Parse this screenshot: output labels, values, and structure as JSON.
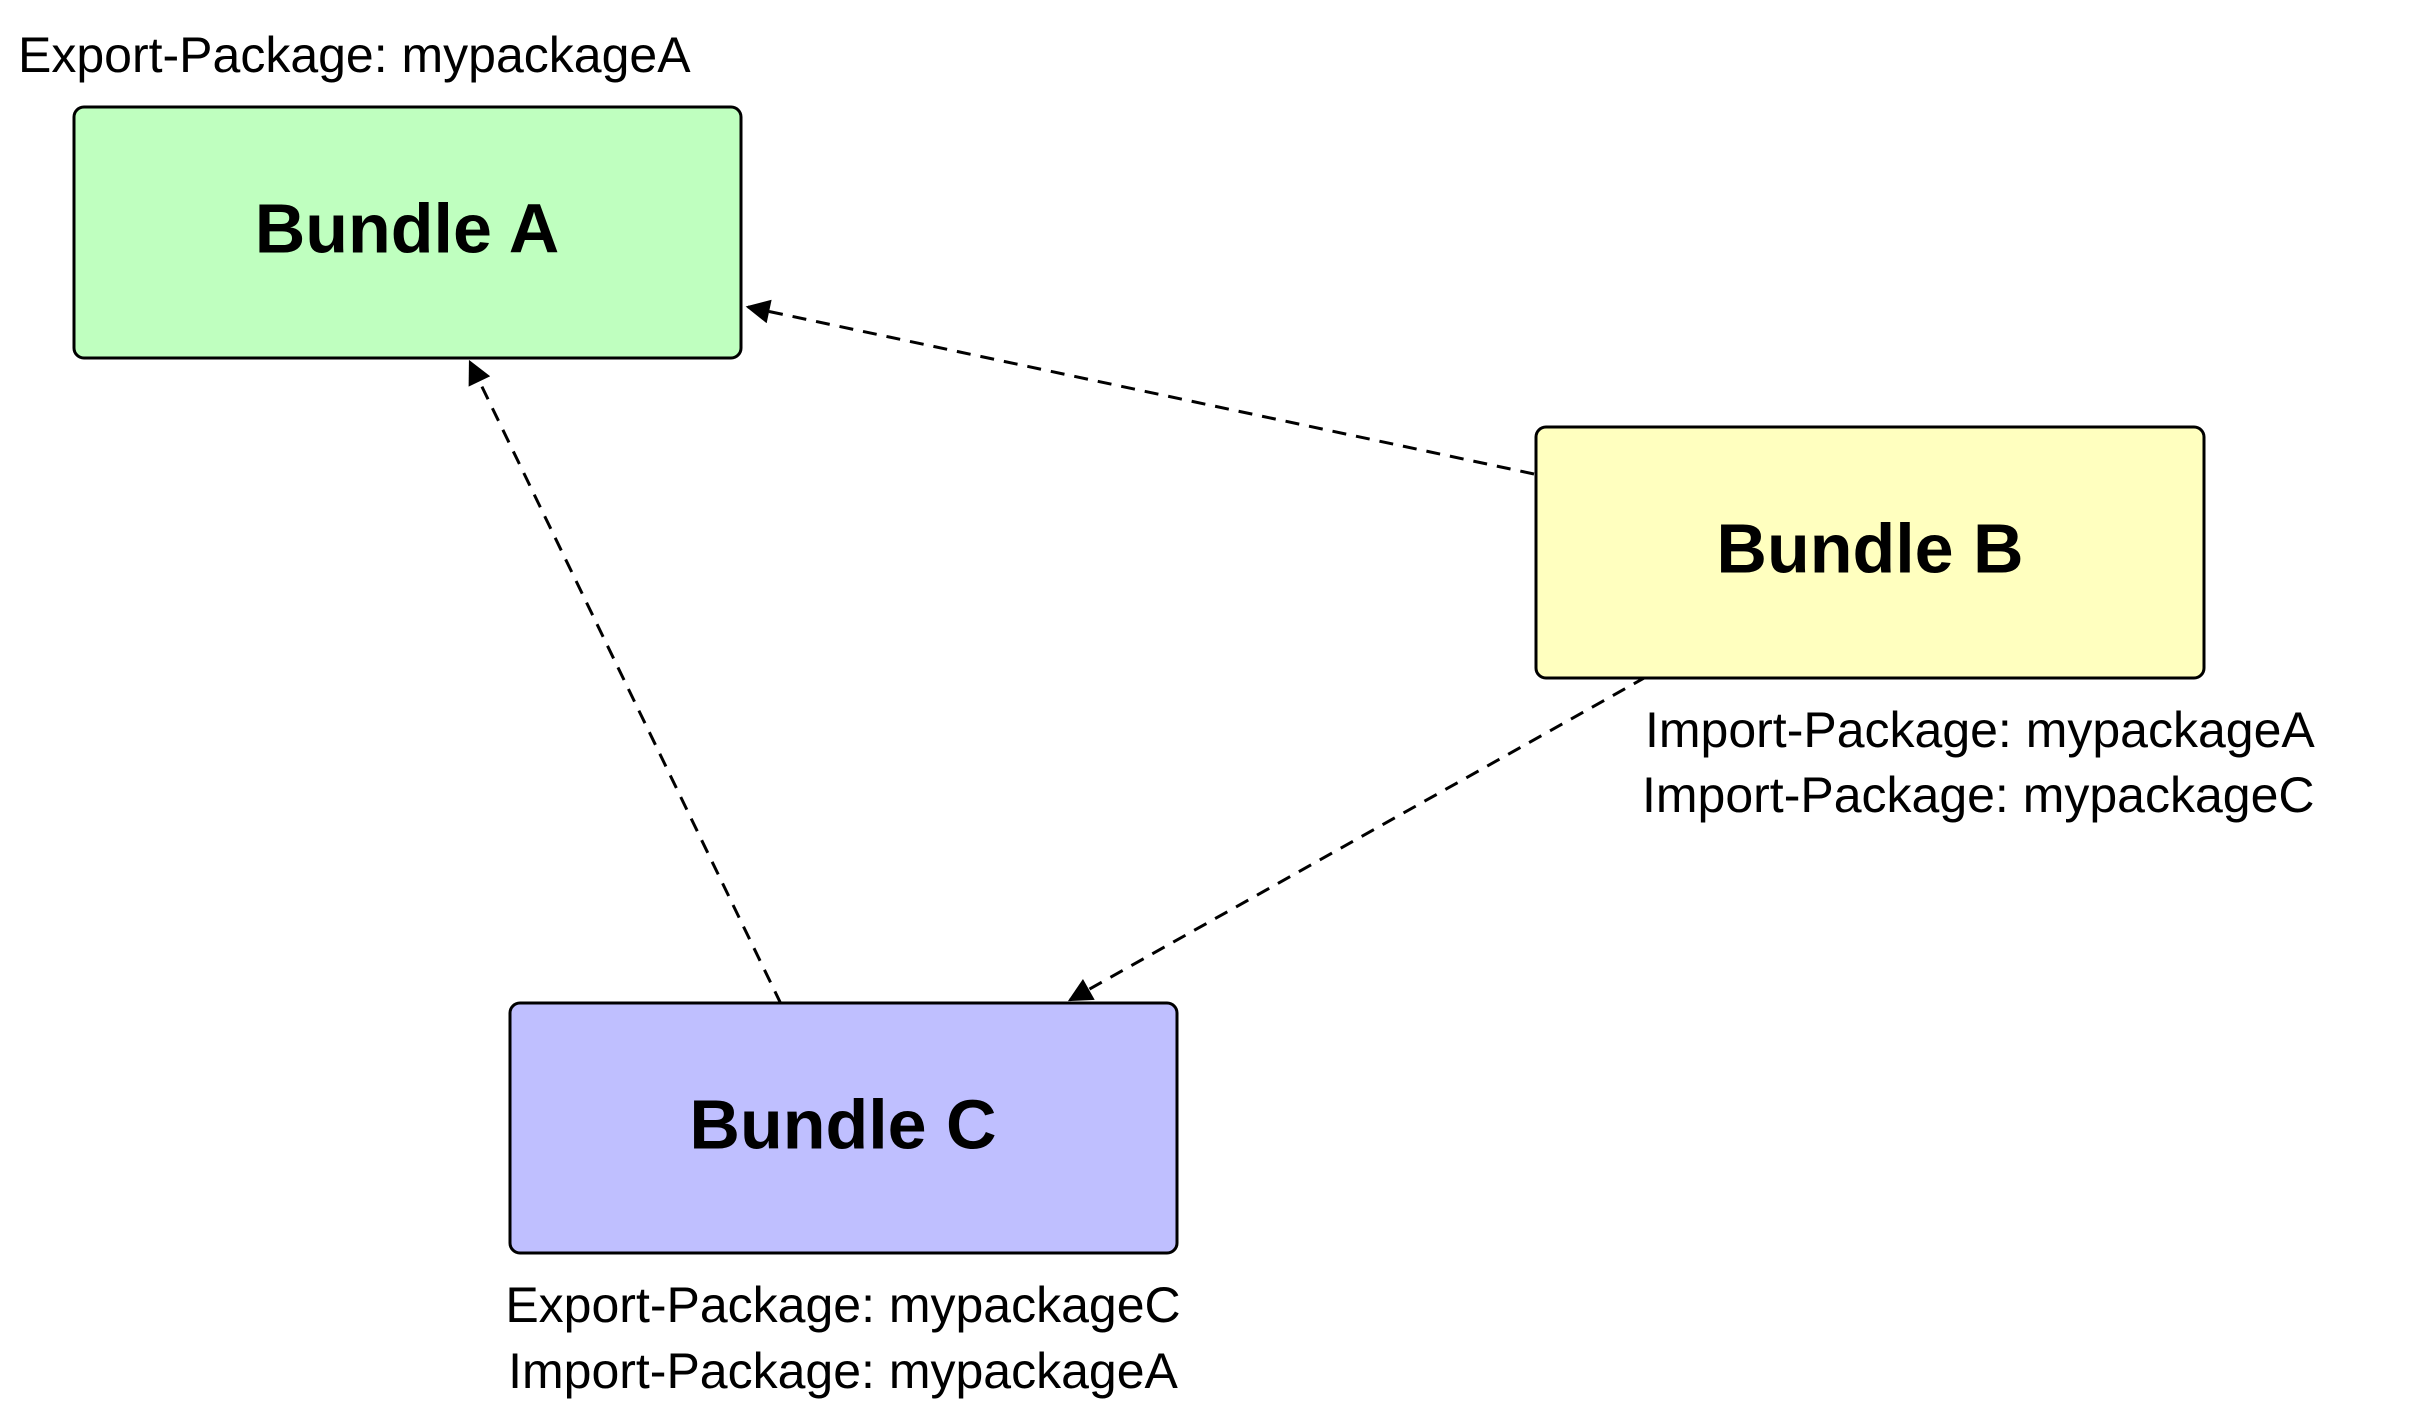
{
  "bundles": {
    "a": {
      "label": "Bundle A",
      "fill": "#bfffbf"
    },
    "b": {
      "label": "Bundle B",
      "fill": "#ffffbf"
    },
    "c": {
      "label": "Bundle C",
      "fill": "#bfbfff"
    }
  },
  "notes": {
    "a": [
      "Export-Package: mypackageA"
    ],
    "b": [
      "Import-Package: mypackageA",
      "Import-Package: mypackageC"
    ],
    "c": [
      "Export-Package: mypackageC",
      "Import-Package: mypackageA"
    ]
  },
  "dependencies": [
    {
      "from": "Bundle B",
      "to": "Bundle A"
    },
    {
      "from": "Bundle B",
      "to": "Bundle C"
    },
    {
      "from": "Bundle C",
      "to": "Bundle A"
    }
  ]
}
